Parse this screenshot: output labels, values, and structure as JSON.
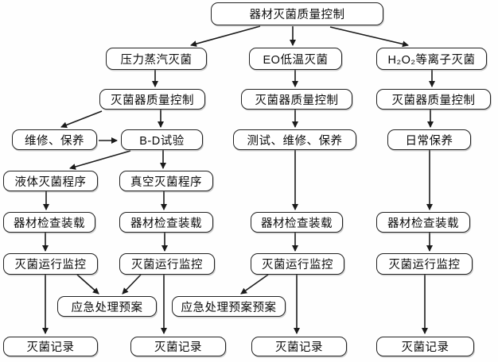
{
  "diagram": {
    "title": "器材灭菌质量控制",
    "nodes": [
      {
        "id": "root",
        "label": "器材灭菌质量控制"
      },
      {
        "id": "pressure-steam",
        "label": "压力蒸汽灭菌"
      },
      {
        "id": "eo-low-temp",
        "label": "EO低温灭菌"
      },
      {
        "id": "h2o2-plasma",
        "label": "H₂O₂等离子灭菌"
      },
      {
        "id": "sterilizer-qc-steam",
        "label": "灭菌器质量控制"
      },
      {
        "id": "sterilizer-qc-eo",
        "label": "灭菌器质量控制"
      },
      {
        "id": "sterilizer-qc-h2o2",
        "label": "灭菌器质量控制"
      },
      {
        "id": "maintenance",
        "label": "维修、保养"
      },
      {
        "id": "bd-test",
        "label": "B-D试验"
      },
      {
        "id": "test-maintenance",
        "label": "测试、维修、保养"
      },
      {
        "id": "daily-maintenance",
        "label": "日常保养"
      },
      {
        "id": "liquid-program",
        "label": "液体灭菌程序"
      },
      {
        "id": "vacuum-program",
        "label": "真空灭菌程序"
      },
      {
        "id": "load-steam-liquid",
        "label": "器材检查装载"
      },
      {
        "id": "load-steam-vacuum",
        "label": "器材检查装载"
      },
      {
        "id": "load-eo",
        "label": "器材检查装载"
      },
      {
        "id": "load-h2o2",
        "label": "器材检查装载"
      },
      {
        "id": "monitor-steam-liquid",
        "label": "灭菌运行监控"
      },
      {
        "id": "monitor-steam-vacuum",
        "label": "灭菌运行监控"
      },
      {
        "id": "monitor-eo",
        "label": "灭菌运行监控"
      },
      {
        "id": "monitor-h2o2",
        "label": "灭菌运行监控"
      },
      {
        "id": "emergency-plan-1",
        "label": "应急处理预案"
      },
      {
        "id": "emergency-plan-2",
        "label": "应急处理预案预案"
      },
      {
        "id": "record-1",
        "label": "灭菌记录"
      },
      {
        "id": "record-2",
        "label": "灭菌记录"
      },
      {
        "id": "record-3",
        "label": "灭菌记录"
      },
      {
        "id": "record-4",
        "label": "灭菌记录"
      }
    ],
    "edges": [
      {
        "from": "root",
        "to": "pressure-steam"
      },
      {
        "from": "root",
        "to": "eo-low-temp"
      },
      {
        "from": "root",
        "to": "h2o2-plasma"
      },
      {
        "from": "pressure-steam",
        "to": "sterilizer-qc-steam"
      },
      {
        "from": "eo-low-temp",
        "to": "sterilizer-qc-eo"
      },
      {
        "from": "h2o2-plasma",
        "to": "sterilizer-qc-h2o2"
      },
      {
        "from": "sterilizer-qc-steam",
        "to": "maintenance"
      },
      {
        "from": "sterilizer-qc-steam",
        "to": "bd-test"
      },
      {
        "from": "maintenance",
        "to": "bd-test"
      },
      {
        "from": "bd-test",
        "to": "liquid-program"
      },
      {
        "from": "bd-test",
        "to": "vacuum-program"
      },
      {
        "from": "sterilizer-qc-eo",
        "to": "test-maintenance"
      },
      {
        "from": "sterilizer-qc-h2o2",
        "to": "daily-maintenance"
      },
      {
        "from": "liquid-program",
        "to": "load-steam-liquid"
      },
      {
        "from": "vacuum-program",
        "to": "load-steam-vacuum"
      },
      {
        "from": "test-maintenance",
        "to": "load-eo"
      },
      {
        "from": "daily-maintenance",
        "to": "load-h2o2"
      },
      {
        "from": "load-steam-liquid",
        "to": "monitor-steam-liquid"
      },
      {
        "from": "load-steam-vacuum",
        "to": "monitor-steam-vacuum"
      },
      {
        "from": "load-eo",
        "to": "monitor-eo"
      },
      {
        "from": "load-h2o2",
        "to": "monitor-h2o2"
      },
      {
        "from": "monitor-steam-liquid",
        "to": "record-1"
      },
      {
        "from": "monitor-steam-liquid",
        "to": "emergency-plan-1"
      },
      {
        "from": "monitor-steam-vacuum",
        "to": "emergency-plan-1"
      },
      {
        "from": "monitor-steam-vacuum",
        "to": "record-2"
      },
      {
        "from": "monitor-eo",
        "to": "emergency-plan-2"
      },
      {
        "from": "monitor-eo",
        "to": "record-3"
      },
      {
        "from": "monitor-h2o2",
        "to": "record-4"
      }
    ]
  }
}
